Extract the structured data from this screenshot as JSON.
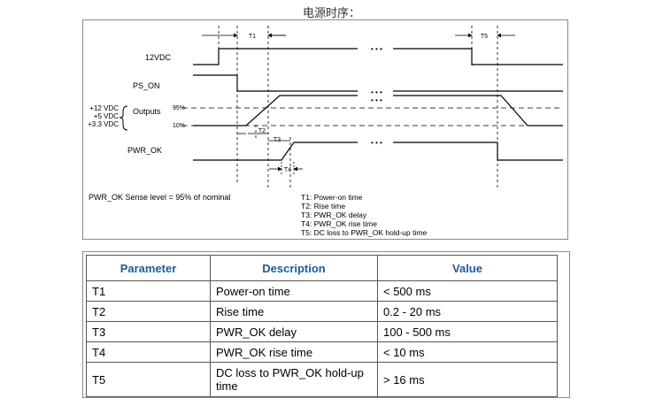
{
  "page": {
    "title": "电源时序："
  },
  "diagram": {
    "signals": {
      "v12": "12VDC",
      "ps_on": "PS_ON",
      "pwr_ok": "PWR_OK"
    },
    "outputs": {
      "lines": [
        "+12 VDC",
        "+5 VDC",
        "+3.3 VDC"
      ],
      "label": "Outputs"
    },
    "levels": {
      "high": "95%",
      "low": "10%"
    },
    "intervals": {
      "t1": "T1",
      "t2": "T2",
      "t3": "T3",
      "t4": "T4",
      "t5": "T5"
    },
    "ellipsis": "• • •",
    "sense_note": "PWR_OK Sense level = 95% of nominal",
    "legend": [
      "T1: Power-on time",
      "T2: Rise time",
      "T3: PWR_OK delay",
      "T4: PWR_OK rise time",
      "T5: DC loss to PWR_OK hold-up time"
    ]
  },
  "table": {
    "headers": [
      "Parameter",
      "Description",
      "Value"
    ],
    "rows": [
      [
        "T1",
        "Power-on time",
        "< 500 ms"
      ],
      [
        "T2",
        "Rise time",
        "0.2 - 20 ms"
      ],
      [
        "T3",
        "PWR_OK delay",
        "100 - 500 ms"
      ],
      [
        "T4",
        "PWR_OK rise time",
        "< 10 ms"
      ],
      [
        "T5",
        "DC loss to PWR_OK hold-up time",
        "> 16 ms"
      ]
    ]
  }
}
